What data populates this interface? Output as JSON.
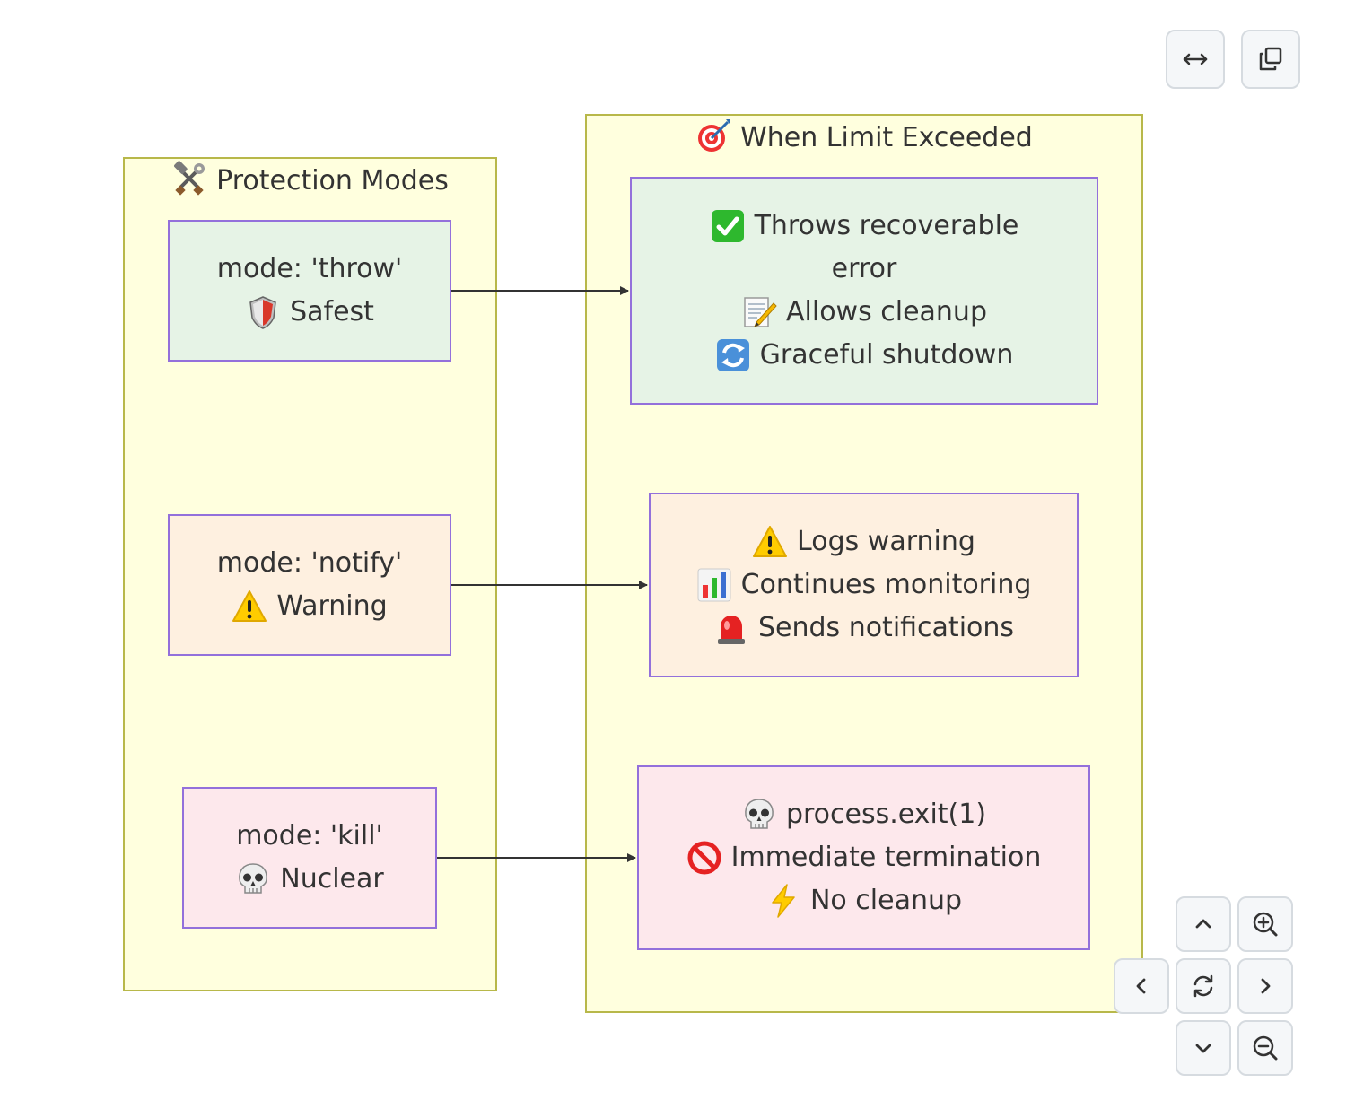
{
  "clusters": {
    "protection": {
      "title": "Protection Modes",
      "icon": "tools-icon"
    },
    "exceeded": {
      "title": "When Limit Exceeded",
      "icon": "target-icon"
    }
  },
  "modes": {
    "throw": {
      "line1": "mode: 'throw'",
      "line2": "Safest",
      "icon": "shield-icon"
    },
    "notify": {
      "line1": "mode: 'notify'",
      "line2": "Warning",
      "icon": "warning-icon"
    },
    "kill": {
      "line1": "mode: 'kill'",
      "line2": "Nuclear",
      "icon": "skull-icon"
    }
  },
  "outcomes": {
    "throw": {
      "line1": "Throws recoverable",
      "line2": "error",
      "line3": "Allows cleanup",
      "line4": "Graceful shutdown"
    },
    "notify": {
      "line1": "Logs warning",
      "line2": "Continues monitoring",
      "line3": "Sends notifications"
    },
    "kill": {
      "line1": "process.exit(1)",
      "line2": "Immediate termination",
      "line3": "No cleanup"
    }
  },
  "colors": {
    "cluster_fill": "#ffffde",
    "cluster_border": "#b8b84a",
    "node_border": "#9370db",
    "green_fill": "#e6f3e6",
    "orange_fill": "#fef0e0",
    "pink_fill": "#fde8ec",
    "edge": "#333333"
  },
  "controls": [
    "fit-width-icon",
    "copy-icon",
    "pan-up-icon",
    "zoom-in-icon",
    "pan-left-icon",
    "reset-icon",
    "pan-right-icon",
    "pan-down-icon",
    "zoom-out-icon"
  ]
}
